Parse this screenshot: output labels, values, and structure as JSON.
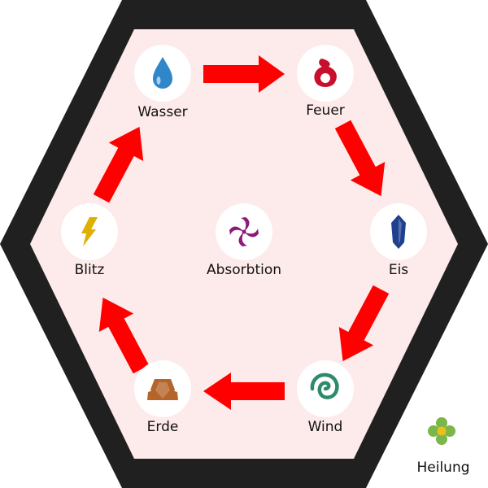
{
  "colors": {
    "frame": "#202020",
    "interior": "#fdeaea",
    "node_circle": "#ffffff",
    "arrow": "#ff0000"
  },
  "nodes": [
    {
      "id": "wasser",
      "label": "Wasser",
      "icon": "water-drop-icon",
      "color": "#2f86c9"
    },
    {
      "id": "feuer",
      "label": "Feuer",
      "icon": "flame-icon",
      "color": "#c8102e"
    },
    {
      "id": "eis",
      "label": "Eis",
      "icon": "ice-crystal-icon",
      "color": "#1f3f8f"
    },
    {
      "id": "wind",
      "label": "Wind",
      "icon": "wind-swirl-icon",
      "color": "#2e8b6a"
    },
    {
      "id": "erde",
      "label": "Erde",
      "icon": "earth-rock-icon",
      "color": "#b5652a"
    },
    {
      "id": "blitz",
      "label": "Blitz",
      "icon": "lightning-icon",
      "color": "#e0b000"
    },
    {
      "id": "absorbtion",
      "label": "Absorbtion",
      "icon": "absorption-spiral-icon",
      "color": "#8b1a7a"
    }
  ],
  "arrows": [
    {
      "from": "wasser",
      "to": "feuer"
    },
    {
      "from": "feuer",
      "to": "eis"
    },
    {
      "from": "eis",
      "to": "wind"
    },
    {
      "from": "wind",
      "to": "erde"
    },
    {
      "from": "erde",
      "to": "blitz"
    },
    {
      "from": "blitz",
      "to": "wasser"
    }
  ],
  "outside": {
    "label": "Heilung",
    "icon": "healing-clover-icon",
    "color_petal": "#7ab648",
    "color_center": "#e8c21a"
  }
}
